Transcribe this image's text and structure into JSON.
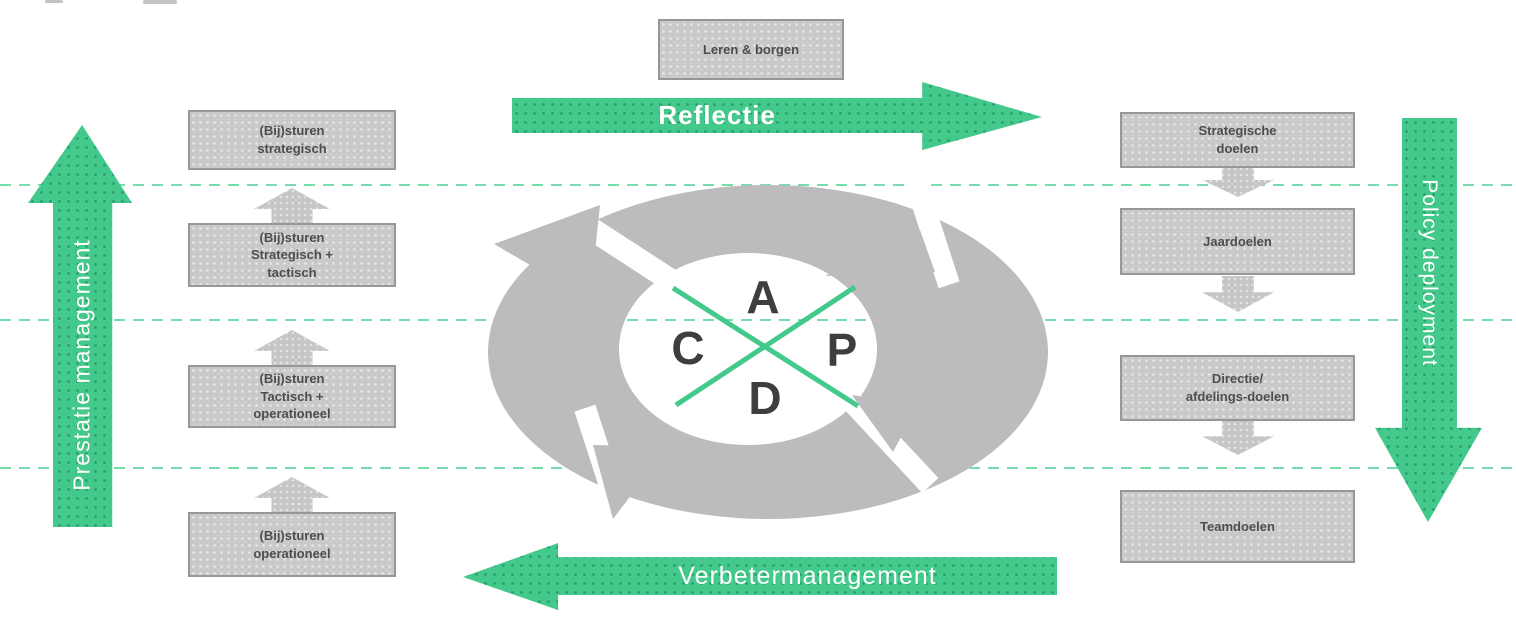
{
  "diagram": {
    "title_fragment_note": "",
    "center_cycle": {
      "letters": {
        "top": "A",
        "right": "P",
        "bottom": "D",
        "left": "C"
      }
    },
    "top_flow": {
      "box_label": "Leren & borgen",
      "arrow_label": "Reflectie"
    },
    "bottom_flow": {
      "arrow_label": "Verbetermanagement"
    },
    "left_flow": {
      "arrow_label": "Prestatie management",
      "boxes": [
        "(Bij)sturen\nstrategisch",
        "(Bij)sturen\nStrategisch +\ntactisch",
        "(Bij)sturen\nTactisch +\noperationeel",
        "(Bij)sturen\noperationeel"
      ]
    },
    "right_flow": {
      "arrow_label": "Policy deployment",
      "boxes": [
        "Strategische\ndoelen",
        "Jaardoelen",
        "Directie/\nafdelings-doelen",
        "Teamdoelen"
      ]
    },
    "colors": {
      "green_arrow": "#43c98b",
      "dash_line_green": "#76dcab",
      "cycle_gray": "#bcbcbc",
      "box_fill": "#c9c9c9",
      "box_border": "#979797",
      "box_text": "#4d4d4d",
      "letter_color": "#3e3e3e",
      "arrow_text": "#ffffff"
    }
  }
}
